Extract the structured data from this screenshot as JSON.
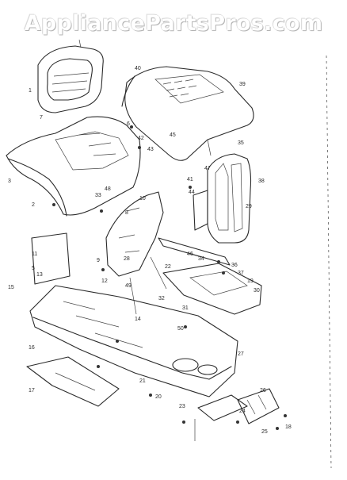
{
  "watermark": {
    "text": "AppliancePartsPros.com"
  },
  "diagram": {
    "part_labels": [
      "1",
      "2",
      "3",
      "5",
      "6",
      "7",
      "8",
      "9",
      "10",
      "11",
      "12",
      "13",
      "14",
      "15",
      "16",
      "17",
      "18",
      "19",
      "20",
      "21",
      "22",
      "23",
      "24",
      "25",
      "26",
      "27",
      "28",
      "29",
      "30",
      "31",
      "32",
      "33",
      "34",
      "35",
      "36",
      "37",
      "38",
      "39",
      "40",
      "41",
      "42",
      "43",
      "44",
      "45",
      "46",
      "47",
      "48",
      "49",
      "50"
    ]
  }
}
